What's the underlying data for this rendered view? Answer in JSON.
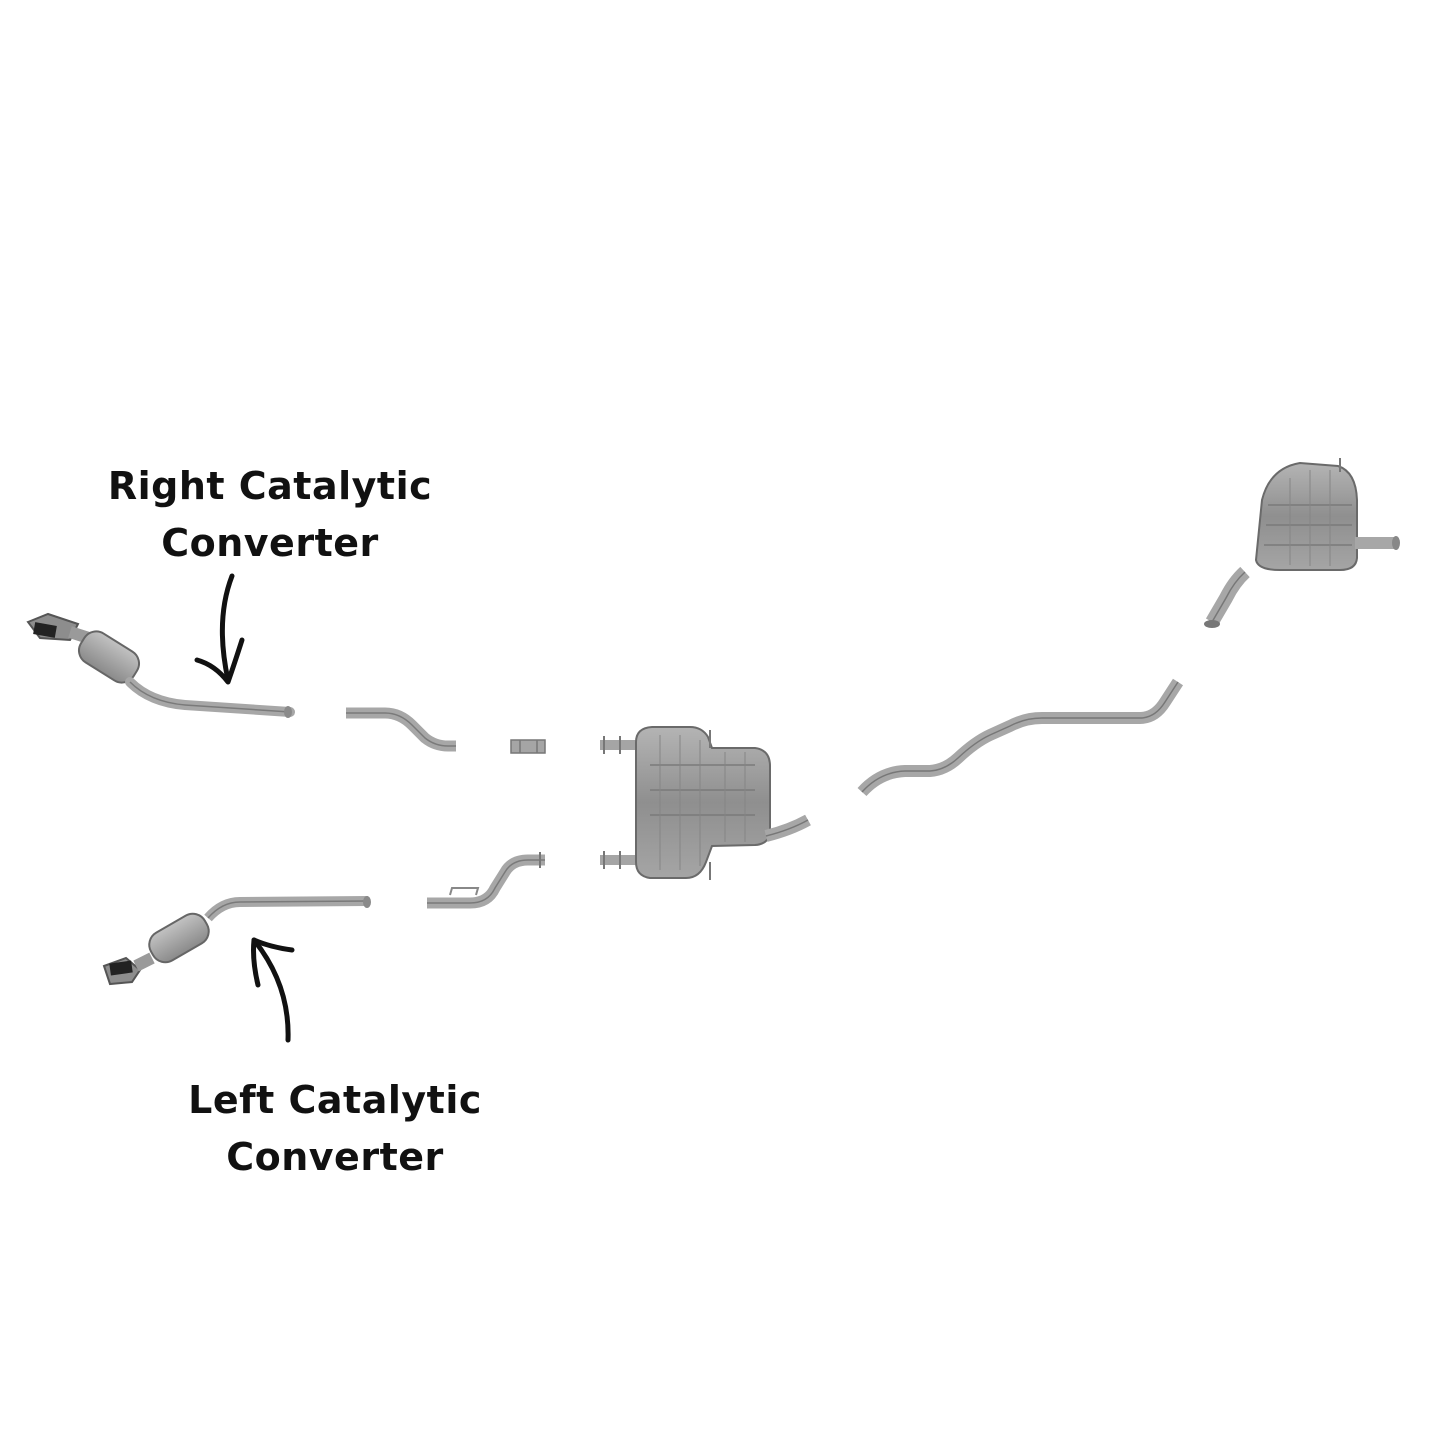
{
  "labels": {
    "right_catalytic_converter": {
      "line1": "Right Catalytic",
      "line2": "Converter"
    },
    "left_catalytic_converter": {
      "line1": "Left Catalytic",
      "line2": "Converter"
    }
  },
  "parts": [
    "right-catalytic-converter",
    "left-catalytic-converter",
    "right-intermediate-pipe",
    "right-connector-sleeve",
    "left-intermediate-pipe",
    "center-muffler",
    "rear-pipe",
    "rear-muffler"
  ],
  "colors": {
    "background": "#ffffff",
    "pipe": "#a7a7a7",
    "pipe_dark": "#6f6f6f",
    "muffler": "#9c9c9c",
    "text": "#111111",
    "arrow": "#111111"
  }
}
